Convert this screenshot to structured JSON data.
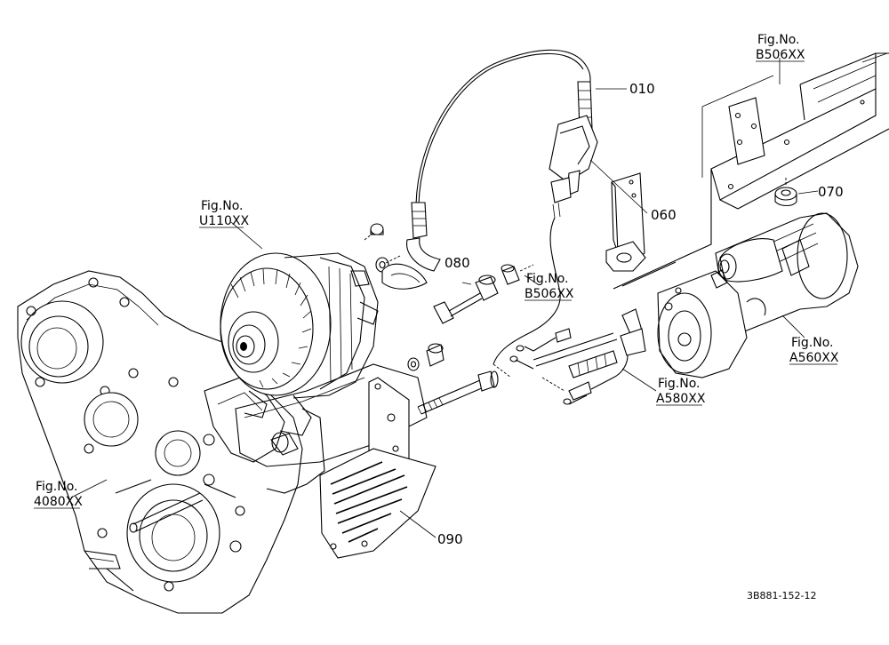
{
  "callouts": {
    "p010": "010",
    "p060": "060",
    "p070": "070",
    "p080": "080",
    "p090": "090"
  },
  "figrefs": {
    "b506_top": {
      "line1": "Fig.No.",
      "line2": "B506XX"
    },
    "u110": {
      "line1": "Fig.No.",
      "line2": "U110XX"
    },
    "b506_mid": {
      "line1": "Fig.No.",
      "line2": "B506XX"
    },
    "a560": {
      "line1": "Fig.No.",
      "line2": "A560XX"
    },
    "a580": {
      "line1": "Fig.No.",
      "line2": "A580XX"
    },
    "f4080": {
      "line1": "Fig.No.",
      "line2": "4080XX"
    }
  },
  "footer": {
    "code": "3B881-152-12"
  }
}
